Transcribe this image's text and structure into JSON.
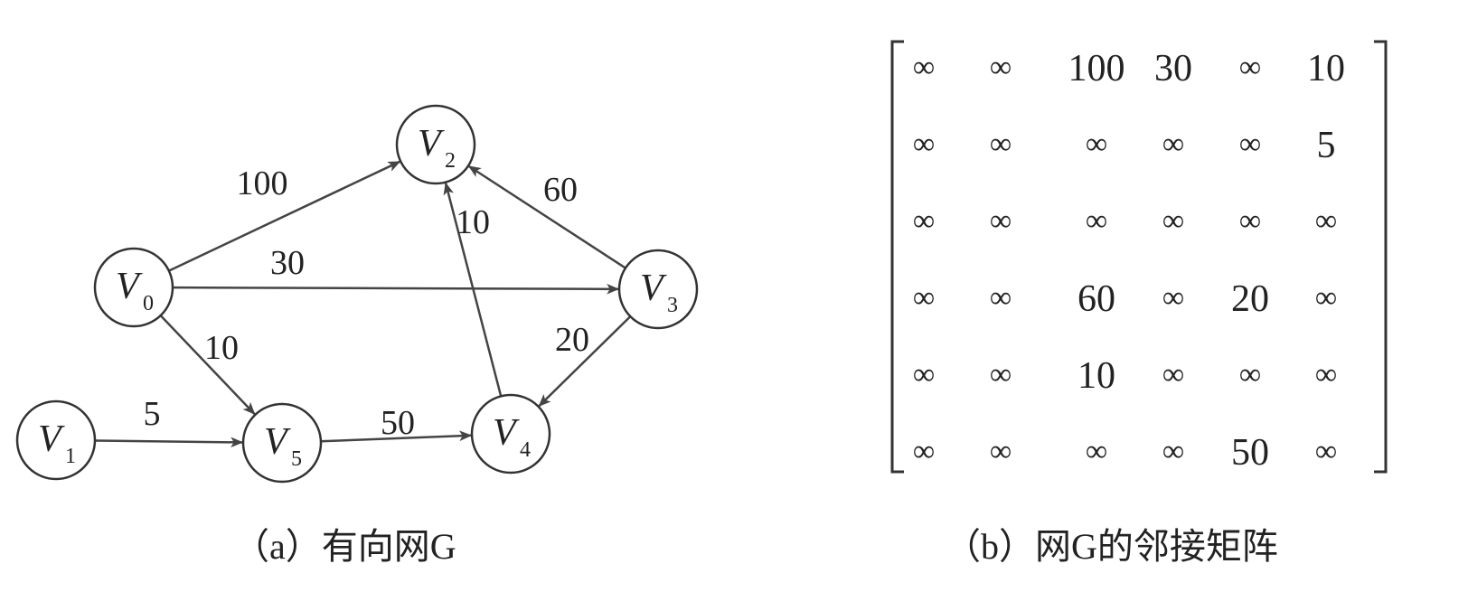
{
  "graph": {
    "nodes": [
      {
        "id": "V0",
        "name": "V",
        "sub": "0"
      },
      {
        "id": "V1",
        "name": "V",
        "sub": "1"
      },
      {
        "id": "V2",
        "name": "V",
        "sub": "2"
      },
      {
        "id": "V3",
        "name": "V",
        "sub": "3"
      },
      {
        "id": "V4",
        "name": "V",
        "sub": "4"
      },
      {
        "id": "V5",
        "name": "V",
        "sub": "5"
      }
    ],
    "edges": [
      {
        "from": "V0",
        "to": "V2",
        "weight": "100"
      },
      {
        "from": "V0",
        "to": "V3",
        "weight": "30"
      },
      {
        "from": "V0",
        "to": "V5",
        "weight": "10"
      },
      {
        "from": "V1",
        "to": "V5",
        "weight": "5"
      },
      {
        "from": "V5",
        "to": "V4",
        "weight": "50"
      },
      {
        "from": "V4",
        "to": "V2",
        "weight": "10"
      },
      {
        "from": "V3",
        "to": "V2",
        "weight": "60"
      },
      {
        "from": "V3",
        "to": "V4",
        "weight": "20"
      }
    ]
  },
  "matrix": {
    "rows": [
      [
        "∞",
        "∞",
        "100",
        "30",
        "∞",
        "10"
      ],
      [
        "∞",
        "∞",
        "∞",
        "∞",
        "∞",
        "5"
      ],
      [
        "∞",
        "∞",
        "∞",
        "∞",
        "∞",
        "∞"
      ],
      [
        "∞",
        "∞",
        "60",
        "∞",
        "20",
        "∞"
      ],
      [
        "∞",
        "∞",
        "10",
        "∞",
        "∞",
        "∞"
      ],
      [
        "∞",
        "∞",
        "∞",
        "∞",
        "50",
        "∞"
      ]
    ]
  },
  "captions": {
    "a": "（a）有向网G",
    "b": "（b）网G的邻接矩阵"
  }
}
